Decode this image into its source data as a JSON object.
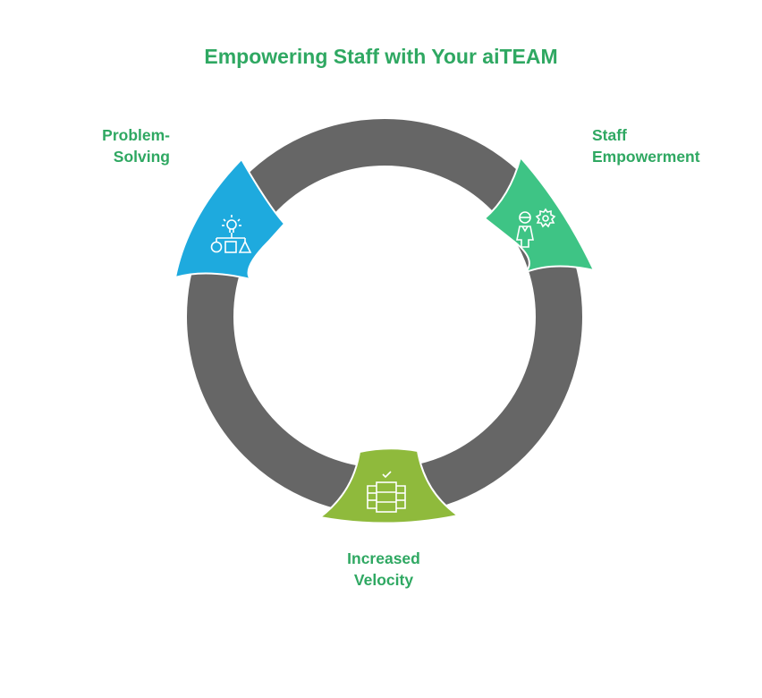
{
  "title": "Empowering Staff with Your aiTEAM",
  "colors": {
    "title": "#2fa862",
    "ring": "#666666",
    "problem_solving": "#1eaade",
    "staff_empowerment": "#3ec485",
    "increased_velocity": "#8fba3c"
  },
  "stages": [
    {
      "label_line1": "Problem-",
      "label_line2": "Solving",
      "icon": "lightbulb-flowchart-icon"
    },
    {
      "label_line1": "Staff",
      "label_line2": "Empowerment",
      "icon": "person-gear-icon"
    },
    {
      "label_line1": "Increased",
      "label_line2": "Velocity",
      "icon": "checklist-stack-icon"
    }
  ]
}
